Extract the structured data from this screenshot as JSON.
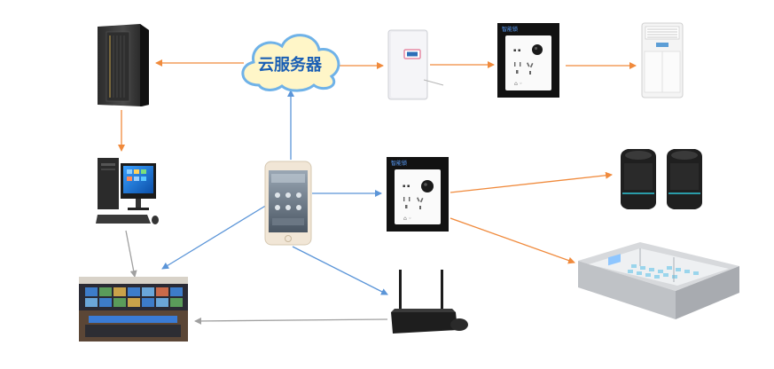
{
  "cloud": {
    "label": "云服务器"
  },
  "smart_panel": {
    "brand_label": "智能锁"
  },
  "colors": {
    "orange_arrow": "#f08a3c",
    "blue_arrow": "#5b95d8",
    "gray_arrow": "#a0a0a0",
    "cloud_fill": "#fff6c8",
    "cloud_stroke": "#6fb2e8"
  },
  "icons": [
    "server-tower",
    "cloud",
    "wall-controller",
    "smart-socket-panel",
    "air-purifier",
    "desktop-computer",
    "smartphone",
    "speakers",
    "classroom-3d",
    "control-room",
    "wifi-router"
  ]
}
